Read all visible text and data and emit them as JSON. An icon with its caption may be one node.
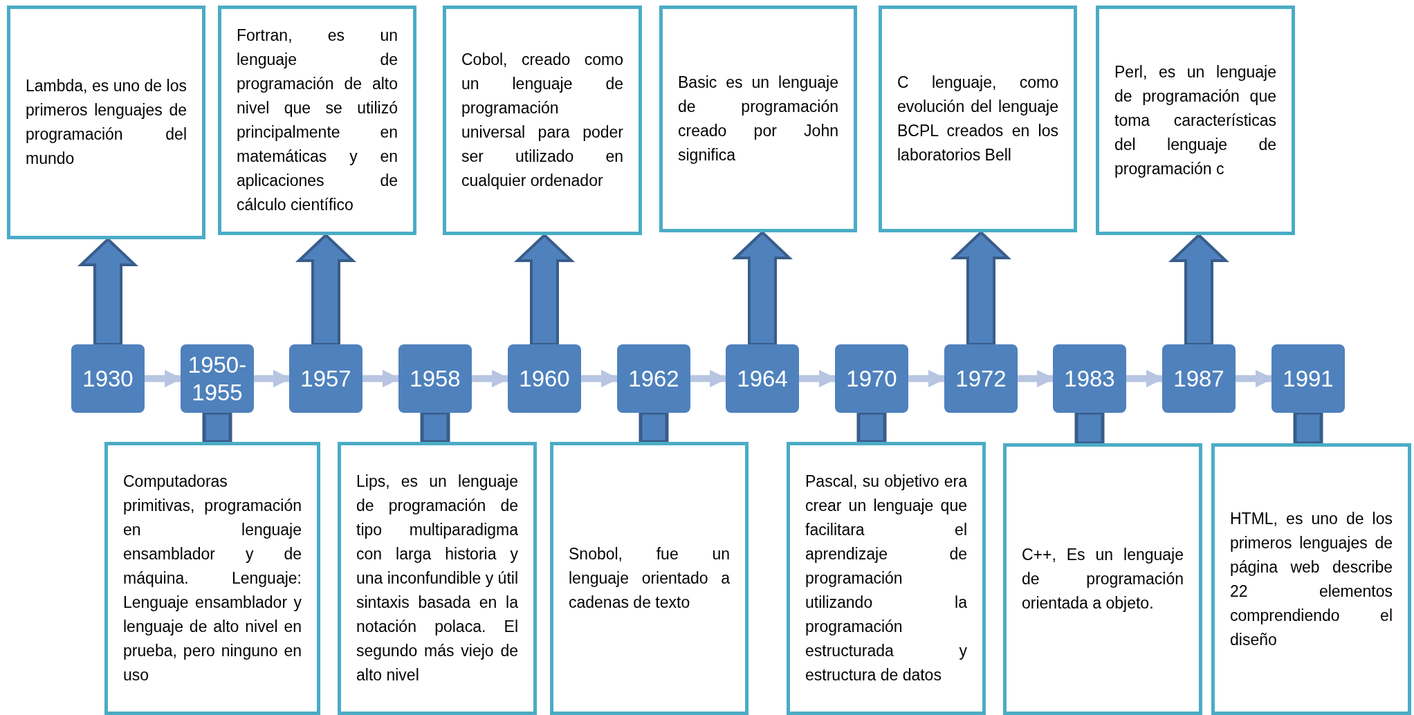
{
  "diagram": {
    "nodes": [
      {
        "text": [
          "Lambda, es uno de los primeros lenguajes de programación del mundo"
        ]
      },
      {
        "text": [
          "Fortran, es un lenguaje de programación de alto nivel que se utilizó principalmente en matemáticas y en aplicaciones de cálculo científico"
        ]
      },
      {
        "text": [
          "Cobol, creado como un lenguaje de programación universal para poder ser utilizado en cualquier ordenador"
        ]
      },
      {
        "text": [
          "Basic es un lenguaje de programación creado por John significa"
        ]
      },
      {
        "text": [
          "C lenguaje, como evolución del lenguaje BCPL creados en los laboratorios Bell"
        ]
      },
      {
        "text": [
          "Perl, es un lenguaje de programación que toma características del lenguaje de programación c"
        ]
      },
      {
        "text": [
          "1930"
        ]
      },
      {
        "text": [
          "1950-1955"
        ]
      },
      {
        "text": [
          "1957"
        ]
      },
      {
        "text": [
          "1958"
        ]
      },
      {
        "text": [
          "1960"
        ]
      },
      {
        "text": [
          "1962"
        ]
      },
      {
        "text": [
          "1964"
        ]
      },
      {
        "text": [
          "1970"
        ]
      },
      {
        "text": [
          "1972"
        ]
      },
      {
        "text": [
          "1983"
        ]
      },
      {
        "text": [
          "1987"
        ]
      },
      {
        "text": [
          "1991"
        ]
      },
      {
        "text": [
          "Computadoras primitivas, programación en lenguaje ensamblador y de máquina. Lenguaje: Lenguaje ensamblador y lenguaje de alto nivel en prueba, pero ninguno en uso"
        ]
      },
      {
        "text": [
          "Lips, es un lenguaje de programación de tipo multiparadigma con larga historia y una inconfundible y útil sintaxis basada en la notación polaca. El segundo más viejo de alto nivel"
        ]
      },
      {
        "text": [
          "Snobol, fue un lenguaje orientado a cadenas de texto"
        ]
      },
      {
        "text": [
          "Pascal, su objetivo era crear un lenguaje que facilitara el aprendizaje de programación utilizando la programación estructurada y estructura de datos"
        ]
      },
      {
        "text": [
          "C++, Es un lenguaje de programación orientada a objeto."
        ]
      },
      {
        "text": [
          "HTML, es uno de los primeros lenguajes de página web describe 22 elementos comprendiendo el diseño"
        ]
      }
    ],
    "edges": [
      {
        "from": 6,
        "to": 7,
        "arrow": "to"
      },
      {
        "from": 7,
        "to": 8,
        "arrow": "to"
      },
      {
        "from": 8,
        "to": 9,
        "arrow": "to"
      },
      {
        "from": 9,
        "to": 10,
        "arrow": "to"
      },
      {
        "from": 10,
        "to": 11,
        "arrow": "to"
      },
      {
        "from": 11,
        "to": 12,
        "arrow": "to"
      },
      {
        "from": 12,
        "to": 13,
        "arrow": "to"
      },
      {
        "from": 13,
        "to": 14,
        "arrow": "to"
      },
      {
        "from": 14,
        "to": 15,
        "arrow": "to"
      },
      {
        "from": 15,
        "to": 16,
        "arrow": "to"
      },
      {
        "from": 16,
        "to": 17,
        "arrow": "to"
      },
      {
        "from": 6,
        "to": 0,
        "arrow": "to",
        "style": "thick"
      },
      {
        "from": 8,
        "to": 1,
        "arrow": "to",
        "style": "thick"
      },
      {
        "from": 10,
        "to": 2,
        "arrow": "to",
        "style": "thick"
      },
      {
        "from": 12,
        "to": 3,
        "arrow": "to",
        "style": "thick"
      },
      {
        "from": 14,
        "to": 4,
        "arrow": "to",
        "style": "thick"
      },
      {
        "from": 16,
        "to": 5,
        "arrow": "to",
        "style": "thick"
      },
      {
        "from": 7,
        "to": 18,
        "arrow": "none",
        "style": "thick"
      },
      {
        "from": 9,
        "to": 19,
        "arrow": "none",
        "style": "thick"
      },
      {
        "from": 11,
        "to": 20,
        "arrow": "none",
        "style": "thick"
      },
      {
        "from": 13,
        "to": 21,
        "arrow": "none",
        "style": "thick"
      },
      {
        "from": 15,
        "to": 22,
        "arrow": "none",
        "style": "thick"
      },
      {
        "from": 17,
        "to": 23,
        "arrow": "none",
        "style": "thick"
      }
    ]
  }
}
